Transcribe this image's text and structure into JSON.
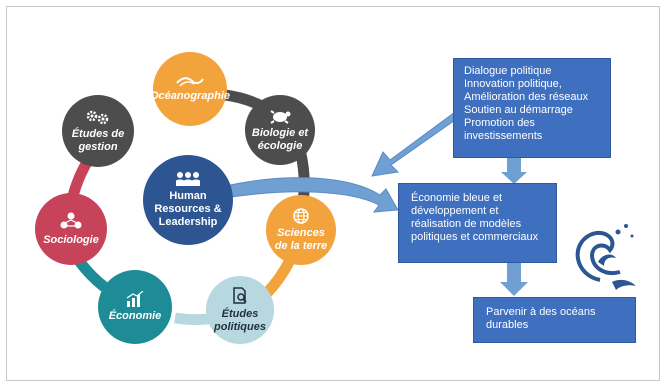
{
  "ring": {
    "oceanographie": "Océanographie",
    "biologie": "Biologie et écologie",
    "sciences": "Sciences de la terre",
    "politiques": "Études politiques",
    "economie": "Économie",
    "sociologie": "Sociologie",
    "gestion": "Études de gestion"
  },
  "center": "Human Resources & Leadership",
  "boxes": {
    "top": [
      "Dialogue politique",
      "Innovation politique,",
      "Amélioration des réseaux",
      "Soutien au démarrage",
      "Promotion des",
      "investissements"
    ],
    "middle": [
      "Économie bleue et",
      "développement et",
      "réalisation de modèles",
      "politiques et commerciaux"
    ],
    "bottom": [
      "Parvenir à des océans",
      "durables"
    ]
  },
  "colors": {
    "orange": "#f3a33b",
    "darkgray": "#4d4d4d",
    "crimson": "#c7435a",
    "teal": "#1d8c97",
    "lightblue": "#b8d8e0",
    "navy": "#2c5592",
    "boxblue": "#3f6fbf",
    "arrowblue": "#6f9fd3"
  }
}
